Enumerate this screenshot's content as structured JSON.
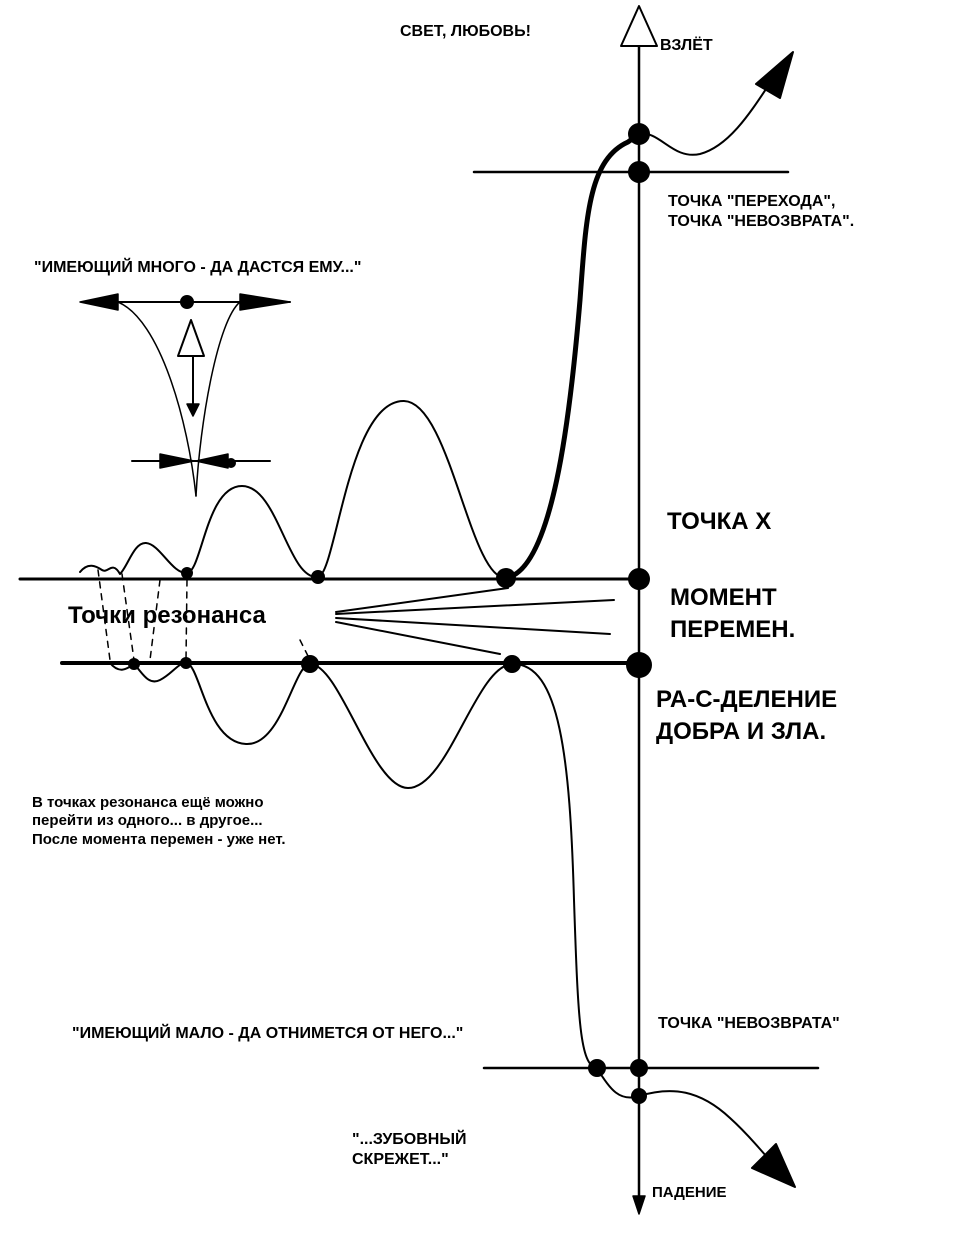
{
  "labels": {
    "top_left_quote": "\"ИМЕЮЩИЙ МНОГО - ДА ДАСТСЯ ЕМУ...\"",
    "light_love": "СВЕТ, ЛЮБОВЬ!",
    "takeoff": "ВЗЛЁТ",
    "transition_point": [
      "ТОЧКА \"ПЕРЕХОДА\",",
      "ТОЧКА \"НЕВОЗВРАТА\"."
    ],
    "point_x": "ТОЧКА Х",
    "moment_of_change": [
      "МОМЕНТ",
      "ПЕРЕМЕН."
    ],
    "separation": [
      "РА-С-ДЕЛЕНИЕ",
      "ДОБРА И ЗЛА."
    ],
    "resonance_points": "Точки резонанса",
    "note": [
      "В точках резонанса ещё можно",
      "перейти из одного... в другое...",
      "После момента перемен - уже нет."
    ],
    "bottom_quote": "\"ИМЕЮЩИЙ МАЛО - ДА ОТНИМЕТСЯ ОТ НЕГО...\"",
    "no_return_point": "ТОЧКА \"НЕВОЗВРАТА\"",
    "teeth_grinding": [
      "\"...ЗУБОВНЫЙ",
      "СКРЕЖЕТ...\""
    ],
    "fall": "ПАДЕНИЕ"
  },
  "style": {
    "ink": "#000000",
    "paper": "#ffffff"
  }
}
